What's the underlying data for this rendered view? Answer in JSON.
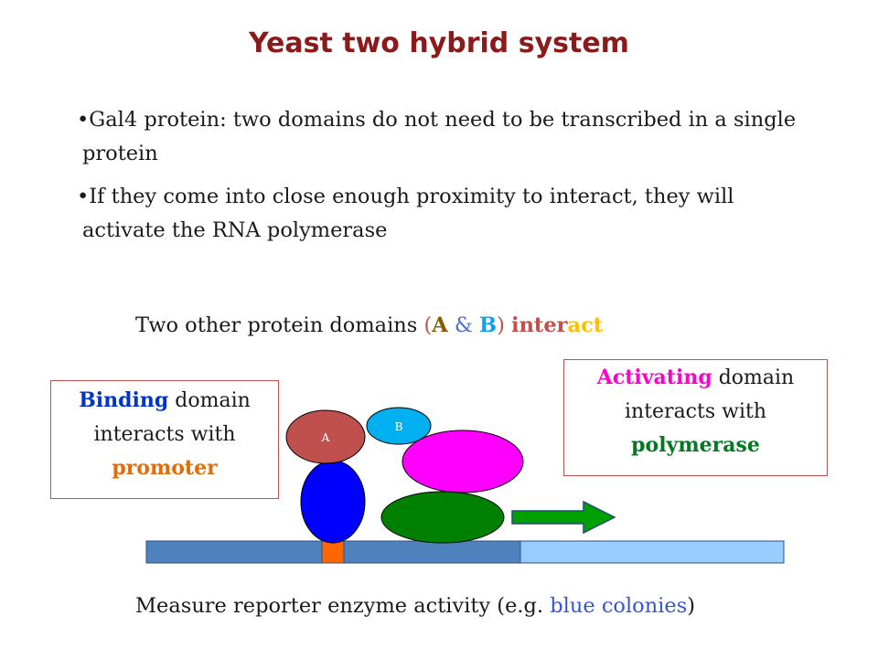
{
  "title": "Yeast two hybrid system",
  "bullets": [
    {
      "marker": "•",
      "text": "Gal4 protein: two domains do not need to be transcribed in a single protein"
    },
    {
      "marker": "•",
      "text": "If they come into close enough proximity to interact, they will activate the RNA polymerase"
    }
  ],
  "subtitle": {
    "pre": "Two other protein domains ",
    "open_paren": "(",
    "a": "A",
    "amp": " & ",
    "b": "B",
    "close_paren": ")",
    "space": " ",
    "inter": "inter",
    "act": "act"
  },
  "binding_box": {
    "bold": "Binding",
    "line1_rest": " domain",
    "line2": "interacts with",
    "line3": "promoter"
  },
  "activating_box": {
    "bold": "Activating",
    "line1_rest": " domain",
    "line2": "interacts with",
    "line3": "polymerase"
  },
  "labels": {
    "a": "A",
    "b": "B"
  },
  "footer": {
    "pre": "Measure reporter enzyme activity  (e.g. ",
    "blue": "blue colonies",
    "post": ")"
  },
  "colors": {
    "title": "#8b1a1a",
    "domain_a": "#c0504d",
    "domain_b": "#00b0f0",
    "activation_domain": "#ff00ff",
    "polymerase": "#008000",
    "binding_domain": "#0000ff",
    "dna_dark": "#4f81bd",
    "dna_light": "#99ccff",
    "promoter": "#ff6600",
    "box_border": "#c0504d"
  }
}
